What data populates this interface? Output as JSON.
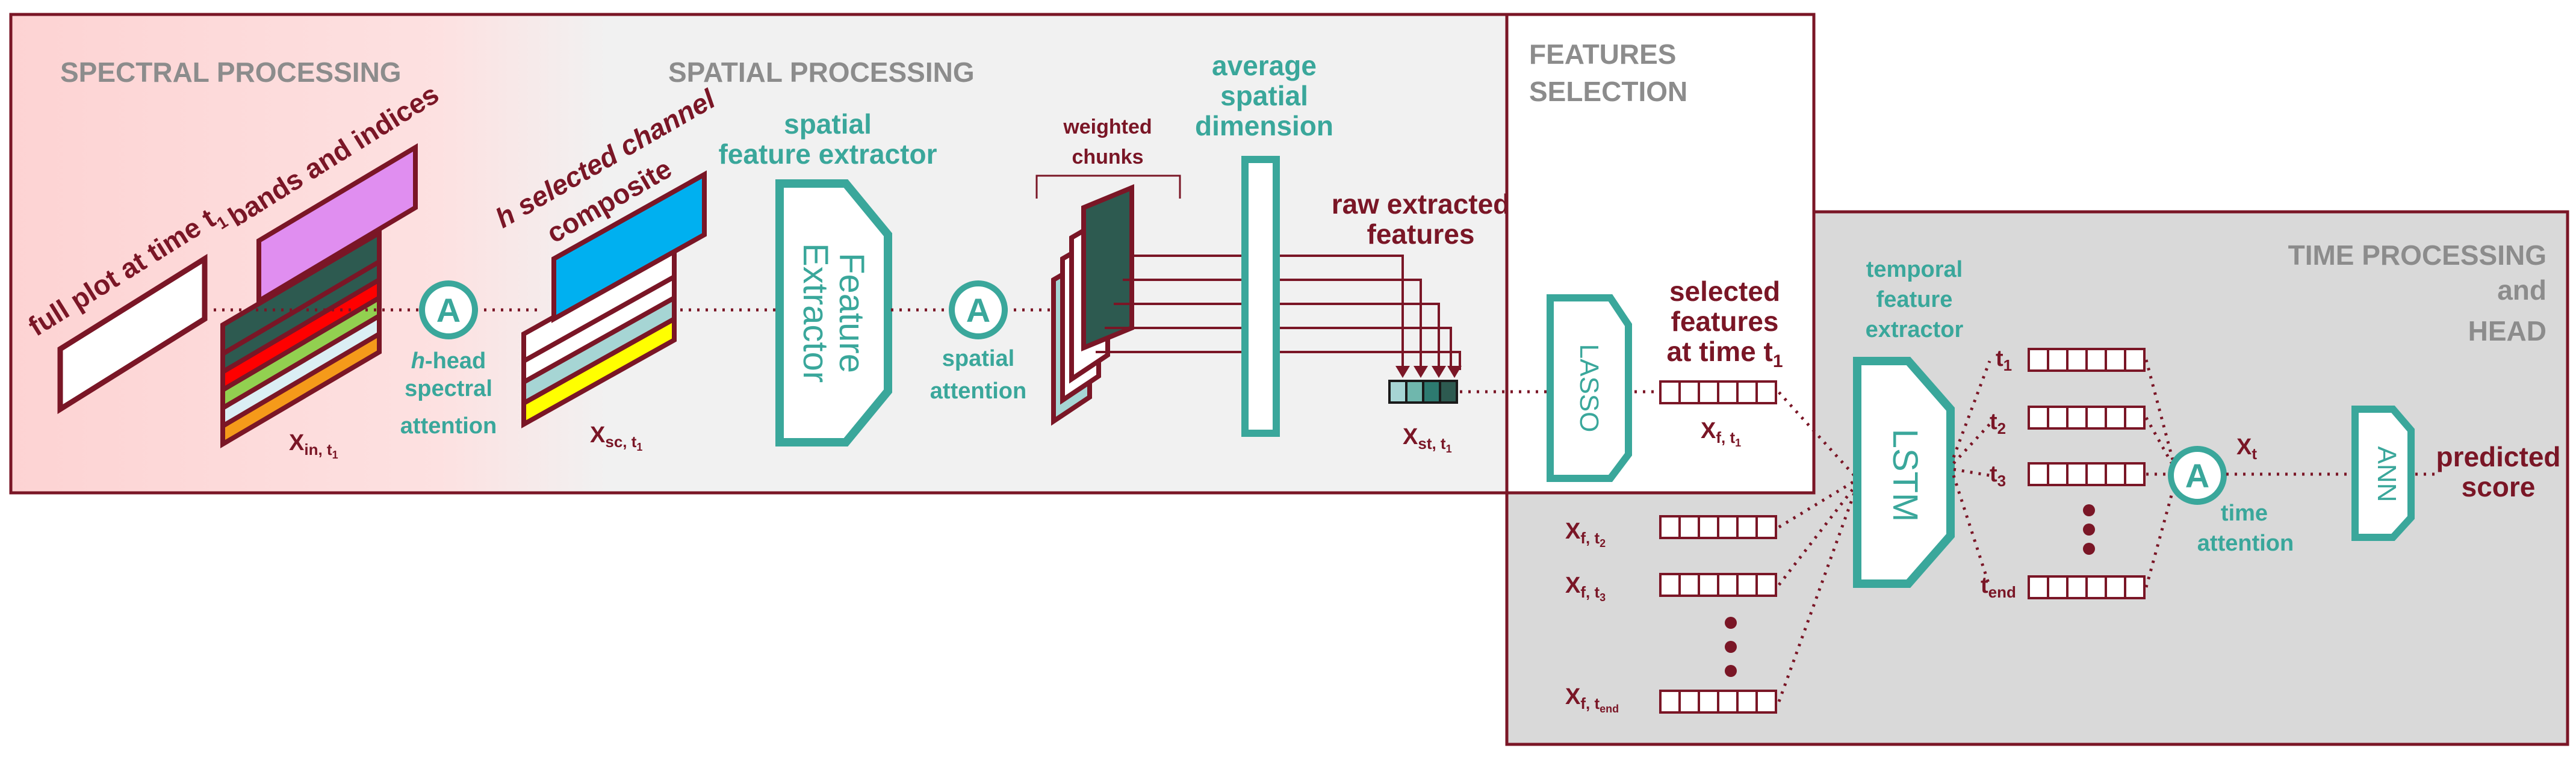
{
  "sections": {
    "spectral": "SPECTRAL PROCESSING",
    "spatial": "SPATIAL PROCESSING",
    "selection_1": "FEATURES",
    "selection_2": "SELECTION",
    "time_1": "TIME PROCESSING",
    "time_2": "and",
    "time_3": "HEAD"
  },
  "labels": {
    "full_plot": "full plot at time t",
    "full_plot_sub": "1",
    "bands": "bands and indices",
    "x_in": "X",
    "x_in_sub": "in, t",
    "x_in_sub2": "1",
    "attn_letter": "A",
    "h_head_1a": "h",
    "h_head_1b": "-head",
    "h_head_2": "spectral",
    "h_head_3": "attention",
    "composite_1": "h selected channel",
    "composite_2": "composite",
    "x_sc": "X",
    "x_sc_sub": "sc, t",
    "x_sc_sub2": "1",
    "sfe_1": "spatial",
    "sfe_2": "feature extractor",
    "fe_box_1": "Feature",
    "fe_box_2": "Extractor",
    "spatial_attn_1": "spatial",
    "spatial_attn_2": "attention",
    "weighted_1": "weighted",
    "weighted_2": "chunks",
    "avg_1": "average",
    "avg_2": "spatial",
    "avg_3": "dimension",
    "raw_1": "raw extracted",
    "raw_2": "features",
    "x_st": "X",
    "x_st_sub": "st, t",
    "x_st_sub2": "1",
    "lasso": "LASSO",
    "sel_1": "selected",
    "sel_2": "features",
    "sel_3": "at time t",
    "sel_3_sub": "1",
    "xf_t1": "X",
    "xf_t1_sub": "f, t",
    "xf_t1_sub2": "1",
    "xf_t2_sub2": "2",
    "xf_t3_sub2": "3",
    "xf_tend_sub2": "end",
    "temporal_1": "temporal",
    "temporal_2": "feature",
    "temporal_3": "extractor",
    "lstm": "LSTM",
    "t": "t",
    "t1_sub": "1",
    "t2_sub": "2",
    "t3_sub": "3",
    "tend_sub": "end",
    "xt": "X",
    "xt_sub": "t",
    "time_attn_1": "time",
    "time_attn_2": "attention",
    "ann": "ANN",
    "pred_1": "predicted",
    "pred_2": "score"
  },
  "colors": {
    "maroon": "#7a1626",
    "teal": "#3aa79b",
    "section_text": "#8c8c8c",
    "spectral_bg": "#fdd9d9",
    "spatial_bg": "#f1f1f1",
    "time_bg": "#d9d9d9",
    "violet": "#e08ef0",
    "dark_teal": "#2d5a50",
    "red": "#ff0000",
    "green": "#92d050",
    "light_blue": "#dbeef4",
    "orange": "#f59a1a",
    "cyan": "#00b0f0",
    "yellow": "#ffff00",
    "pale_teal": "#a6d5d4"
  }
}
